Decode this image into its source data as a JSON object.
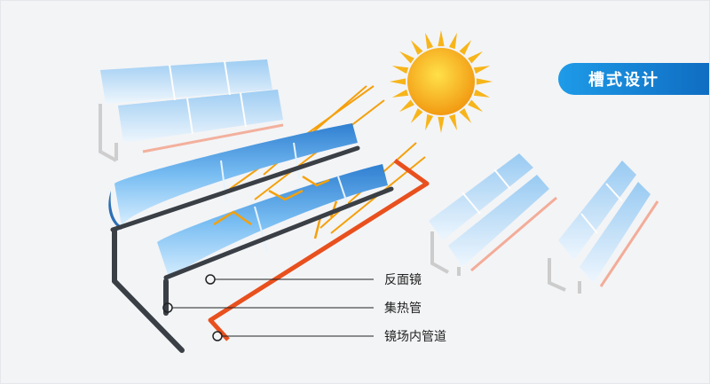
{
  "badge": {
    "label": "槽式设计"
  },
  "callouts": [
    {
      "id": "reflector",
      "label": "反面镜"
    },
    {
      "id": "collector",
      "label": "集热管"
    },
    {
      "id": "pipe",
      "label": "镜场内管道"
    }
  ],
  "colors": {
    "badge": "#1e88d8",
    "pipe": "#e8501e",
    "ray": "#f5a00a",
    "mirror": "#4aa3e6",
    "frame": "#3a3f46"
  }
}
